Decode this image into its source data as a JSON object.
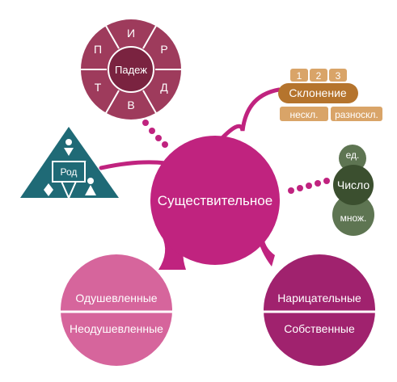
{
  "center": {
    "label": "Существительное",
    "color": "#c0237f"
  },
  "padezh": {
    "label": "Падеж",
    "segments": [
      "И",
      "Р",
      "Д",
      "В",
      "Т",
      "П"
    ],
    "outer_color": "#9e3b5c",
    "inner_color": "#7a2340"
  },
  "sklonenie": {
    "label": "Склонение",
    "numbers": [
      "1",
      "2",
      "3"
    ],
    "sub": [
      "нескл.",
      "разноскл."
    ],
    "main_color": "#b5742d",
    "light_color": "#d9a468"
  },
  "rod": {
    "label": "Род",
    "color": "#1f6a76",
    "icons": [
      "male-icon",
      "female-icon",
      "neuter-icon"
    ]
  },
  "chislo": {
    "label": "Число",
    "top": "ед.",
    "bottom": "множ.",
    "main_color": "#3b4f2f",
    "light_color": "#5e7552"
  },
  "animacy": {
    "items": [
      "Одушевленные",
      "Неодушевленные"
    ],
    "color": "#d6659c"
  },
  "noun_type": {
    "items": [
      "Нарицательные",
      "Собственные"
    ],
    "color": "#a0226e"
  }
}
